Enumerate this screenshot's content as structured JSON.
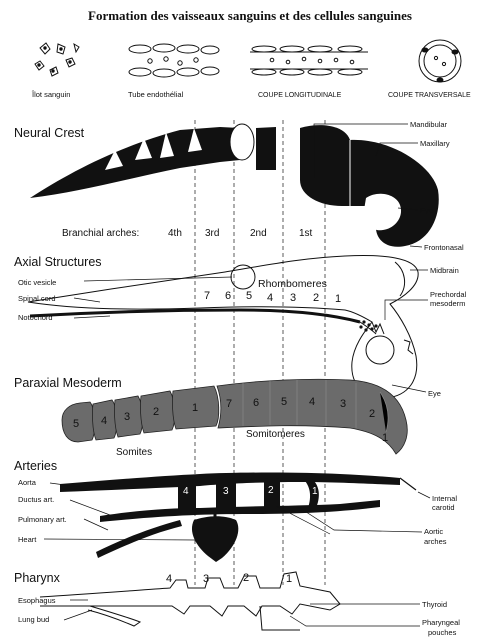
{
  "title": "Formation des vaisseaux sanguins et des cellules sanguines",
  "top_row": {
    "ilot": "Îlot sanguin",
    "tube": "Tube endothélial",
    "longitudinale": "COUPE LONGITUDINALE",
    "transversale": "COUPE TRANSVERSALE"
  },
  "neural_crest": {
    "title": "Neural Crest",
    "mandibular": "Mandibular",
    "maxillary": "Maxillary",
    "eye": "Eye",
    "frontonasal": "Frontonasal",
    "arches_label": "Branchial arches:",
    "arches": [
      "4th",
      "3rd",
      "2nd",
      "1st"
    ]
  },
  "axial": {
    "title": "Axial Structures",
    "otic_vesicle": "Otic vesicle",
    "rhombomeres": "Rhombomeres",
    "spinal_cord": "Spinal cord",
    "notochord": "Notochord",
    "midbrain": "Midbrain",
    "prechordal": "Prechordal",
    "mesoderm": "mesoderm",
    "eye": "Eye",
    "rhombomere_numbers": [
      "7",
      "6",
      "5",
      "4",
      "3",
      "2",
      "1"
    ]
  },
  "paraxial": {
    "title": "Paraxial Mesoderm",
    "somites": "Somites",
    "somitomeres": "Somitomeres",
    "somite_numbers": [
      "5",
      "4",
      "3",
      "2",
      "1"
    ],
    "somitomere_numbers": [
      "7",
      "6",
      "5",
      "4",
      "3",
      "2",
      "1"
    ]
  },
  "arteries": {
    "title": "Arteries",
    "aorta": "Aorta",
    "ductus": "Ductus art.",
    "pulmonary": "Pulmonary art.",
    "heart": "Heart",
    "internal": "Internal",
    "carotid": "carotid",
    "aortic": "Aortic",
    "arches": "arches",
    "arch_numbers": [
      "4",
      "3",
      "2",
      "1"
    ]
  },
  "pharynx": {
    "title": "Pharynx",
    "esophagus": "Esophagus",
    "lung_bud": "Lung bud",
    "thyroid": "Thyroid",
    "pharyngeal": "Pharyngeal",
    "pouches": "pouches",
    "pouch_numbers": [
      "4",
      "3",
      "2",
      "1"
    ]
  }
}
